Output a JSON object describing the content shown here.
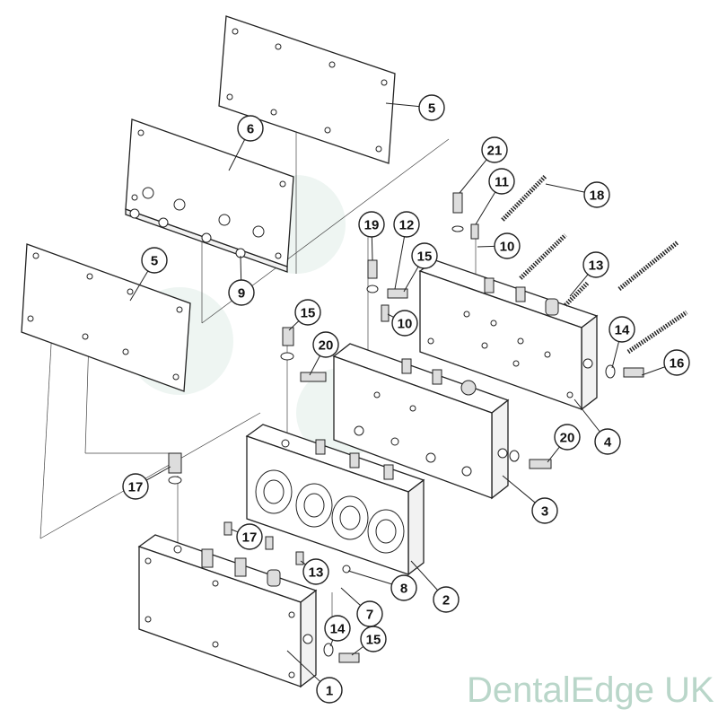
{
  "diagram": {
    "watermark": "DentalEdge UK",
    "accent_watermark_color": "#cfe3da",
    "callouts": [
      "5",
      "6",
      "21",
      "11",
      "18",
      "19",
      "12",
      "10",
      "15",
      "13",
      "5",
      "9",
      "15",
      "10",
      "20",
      "14",
      "16",
      "4",
      "20",
      "17",
      "3",
      "17",
      "13",
      "8",
      "2",
      "7",
      "14",
      "15",
      "1"
    ]
  }
}
